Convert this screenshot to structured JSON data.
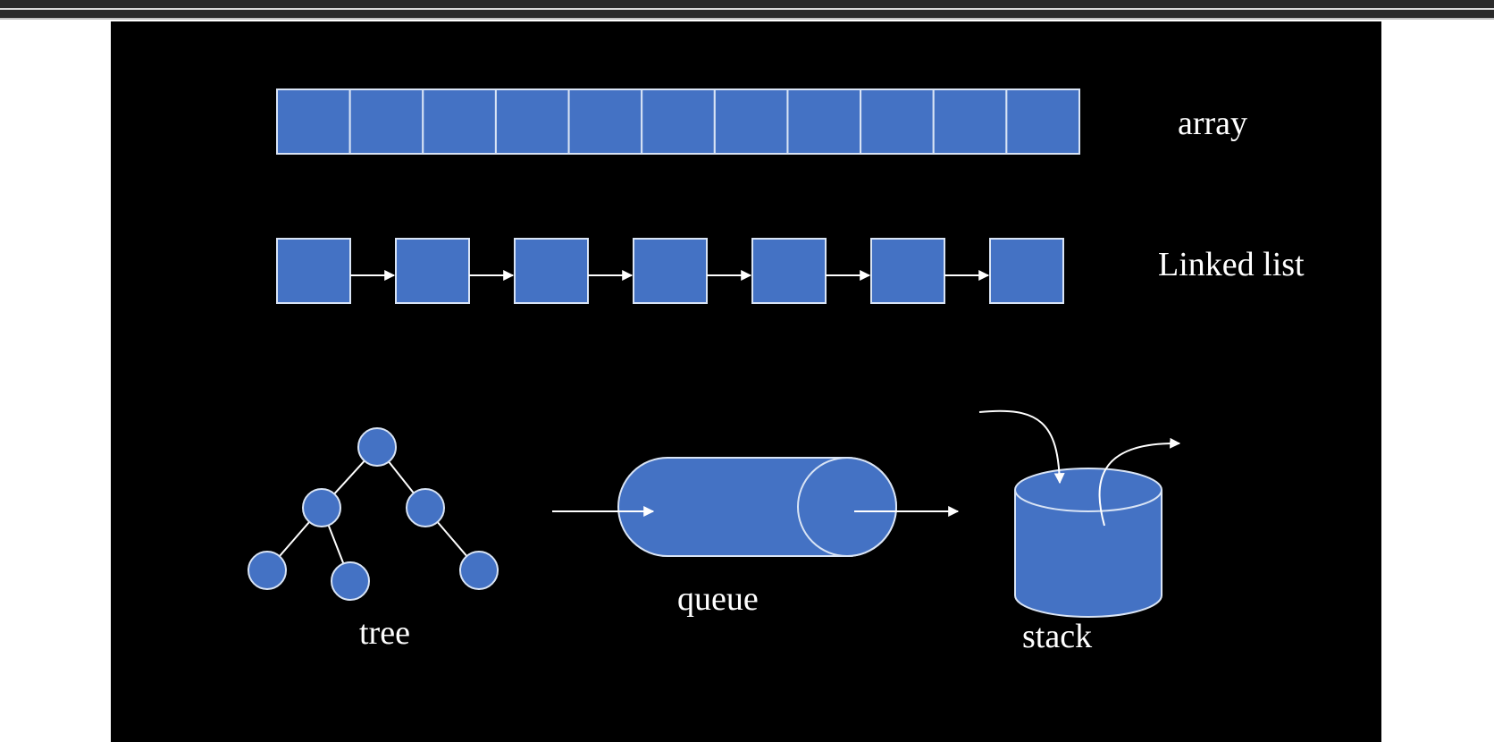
{
  "colors": {
    "fill": "#4472c4",
    "stroke": "#d9e4f5",
    "line": "#ffffff",
    "background": "#000000"
  },
  "labels": {
    "array": "array",
    "linked_list": "Linked list",
    "tree": "tree",
    "queue": "queue",
    "stack": "stack"
  },
  "array": {
    "cell_count": 11
  },
  "linked_list": {
    "node_count": 7
  },
  "tree": {
    "node_count": 6
  }
}
